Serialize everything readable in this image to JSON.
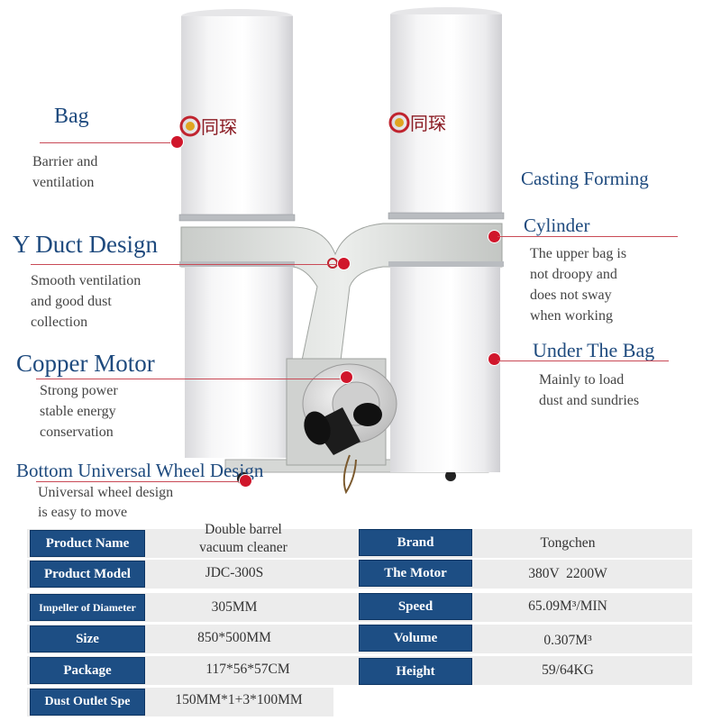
{
  "brand_logo": {
    "icon": "tc-logo-icon",
    "text": "同琛"
  },
  "callouts": {
    "bag": {
      "title": "Bag",
      "desc": [
        "Barrier and",
        "ventilation"
      ]
    },
    "y_duct": {
      "title": "Y Duct Design",
      "desc": [
        "Smooth ventilation",
        "and good dust",
        "collection"
      ]
    },
    "copper_motor": {
      "title": "Copper Motor",
      "desc": [
        "Strong power",
        "stable energy",
        "conservation"
      ]
    },
    "bottom_wheel": {
      "title": "Bottom Universal Wheel Design",
      "desc": [
        "Universal wheel design",
        "is easy to move"
      ]
    },
    "casting": {
      "title_line1": "Casting Forming",
      "title_line2": "Cylinder",
      "desc": [
        "The upper bag is",
        "not droopy and",
        "does not sway",
        "when working"
      ]
    },
    "under_bag": {
      "title": "Under The Bag",
      "desc": [
        "Mainly to load",
        "dust and sundries"
      ]
    }
  },
  "specs": {
    "rows": [
      {
        "label": "Product Name",
        "value": "Double barrel vacuum cleaner",
        "label2": "Brand",
        "value2": "Tongchen"
      },
      {
        "label": "Product Model",
        "value": "JDC-300S",
        "label2": "The Motor",
        "value2": "380V  2200W"
      },
      {
        "label": "Impeller of Diameter",
        "value": "305MM",
        "label2": "Speed",
        "value2": "65.09M³/MIN"
      },
      {
        "label": "Size",
        "value": "850*500MM",
        "label2": "Volume",
        "value2": "0.307M³"
      },
      {
        "label": "Package",
        "value": "117*56*57CM",
        "label2": "Height",
        "value2": "59/64KG"
      },
      {
        "label": "Dust Outlet Spe",
        "value": "150MM*1+3*100MM"
      }
    ],
    "name_value_lines": [
      "Double barrel",
      "vacuum cleaner"
    ]
  },
  "colors": {
    "label_bg": "#1d4e84",
    "title_text": "#1e4a7e",
    "marker": "#d0162b"
  }
}
